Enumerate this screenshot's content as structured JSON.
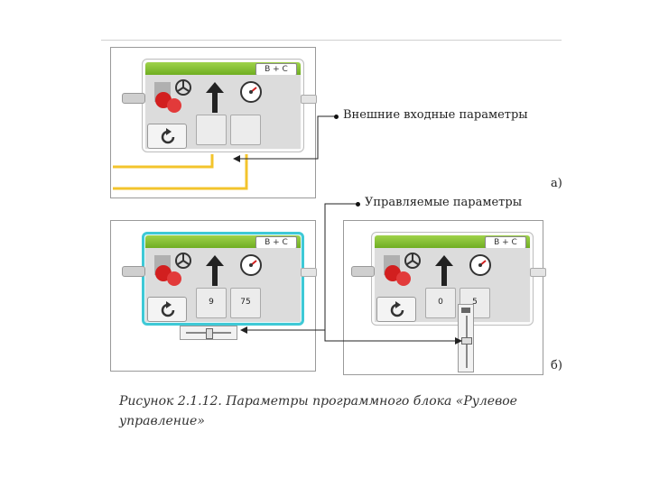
{
  "labels": {
    "external_params": "Внешние входные параметры",
    "controlled_params": "Управляемые параметры",
    "part_a": "а)",
    "part_b": "б)"
  },
  "blocks": {
    "port_label": "B + C",
    "block_b1_values": [
      "9",
      "75"
    ],
    "block_b2_values": [
      "0",
      "5"
    ]
  },
  "caption": {
    "line1": "Рисунок 2.1.12. Параметры программного блока «Рулевое",
    "line2": "управление»"
  },
  "colors": {
    "wire": "#f3c42c",
    "selection": "#3ec9d6",
    "block_top": "#7fbf2f"
  }
}
